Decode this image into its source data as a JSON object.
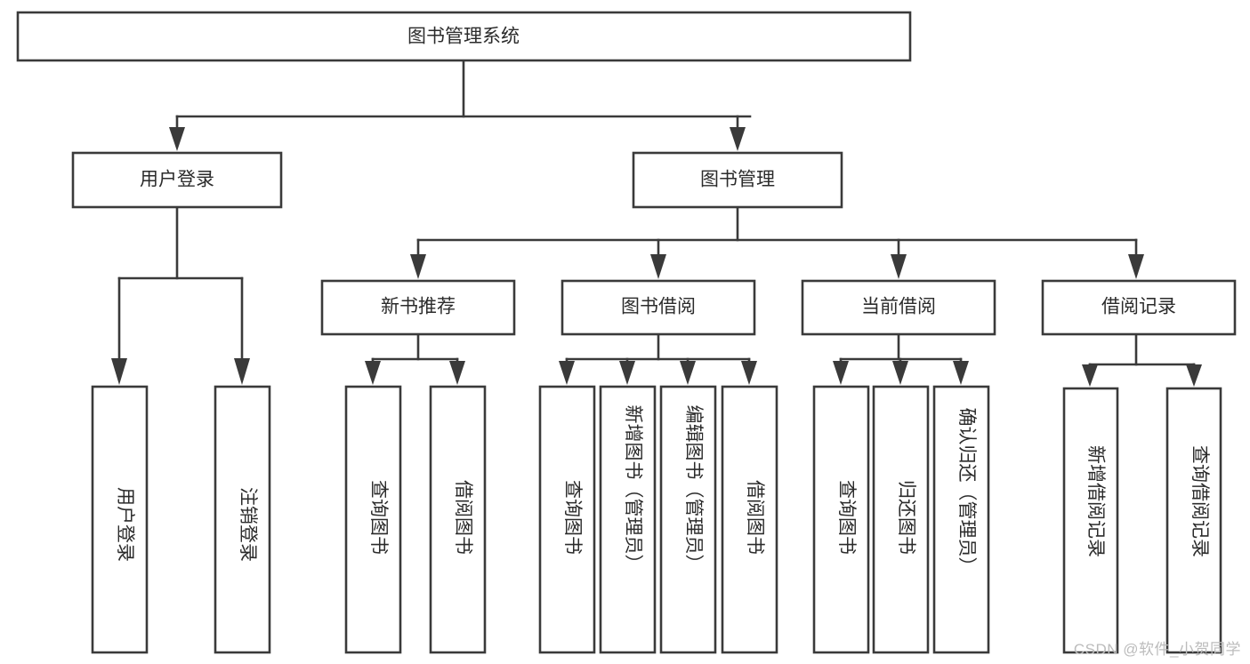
{
  "diagram": {
    "title": "图书管理系统",
    "type": "hierarchy-tree",
    "watermark": "CSDN @软件_小贺同学",
    "colors": {
      "stroke": "#3a3a3a",
      "fill": "#ffffff",
      "text": "#2b2b2b",
      "watermark": "#bcbcbc"
    },
    "levels": {
      "root": {
        "label": "图书管理系统"
      },
      "level2": [
        {
          "label": "用户登录"
        },
        {
          "label": "图书管理"
        }
      ],
      "level3": [
        {
          "label": "新书推荐"
        },
        {
          "label": "图书借阅"
        },
        {
          "label": "当前借阅"
        },
        {
          "label": "借阅记录"
        }
      ],
      "leaves": {
        "user_login": [
          {
            "label": "用户登录"
          },
          {
            "label": "注销登录"
          }
        ],
        "new_book": [
          {
            "label": "查询图书"
          },
          {
            "label": "借阅图书"
          }
        ],
        "book_borrow": [
          {
            "label": "查询图书"
          },
          {
            "label": "新增图书（管理员）"
          },
          {
            "label": "编辑图书（管理员）"
          },
          {
            "label": "借阅图书"
          }
        ],
        "current_borrow": [
          {
            "label": "查询图书"
          },
          {
            "label": "归还图书"
          },
          {
            "label": "确认归还（管理员）"
          }
        ],
        "borrow_record": [
          {
            "label": "新增借阅记录"
          },
          {
            "label": "查询借阅记录"
          }
        ]
      }
    }
  }
}
